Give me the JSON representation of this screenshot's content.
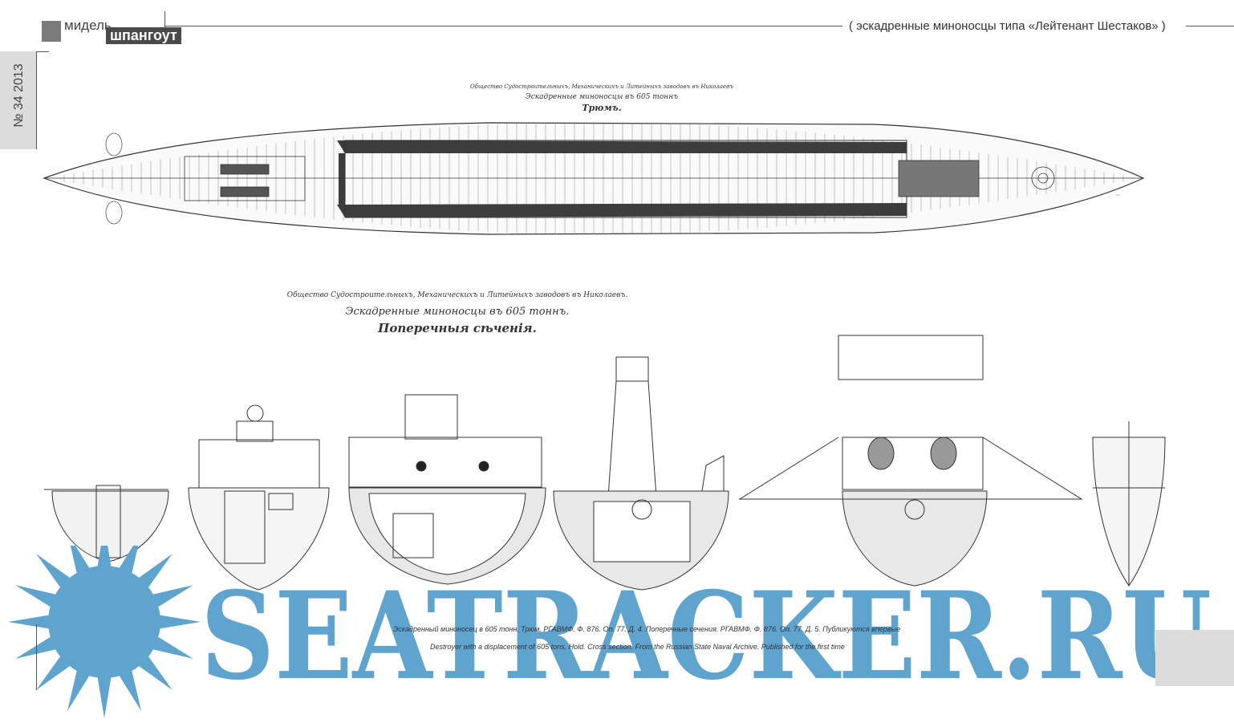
{
  "header": {
    "logo_line1": "мидель",
    "logo_line2": "шпангоут",
    "series_title": "( эскадренные миноносцы типа «Лейтенант Шестаков» )"
  },
  "sidebar": {
    "issue": "№ 34   2013"
  },
  "drawing_plan": {
    "caption_line1": "Общество Судостроительныхъ, Механическихъ и Литейныхъ заводовъ въ Николаевъ",
    "caption_line2": "Эскадренные миноносцы въ 605 тоннъ",
    "caption_line3": "Трюмъ."
  },
  "drawing_sections": {
    "caption_line1": "Общество Судостроительныхъ, Механическихъ и Литейныхъ заводовъ въ Николаевъ.",
    "caption_line2": "Эскадренные миноносцы въ 605 тоннъ.",
    "caption_line3": "Поперечныя сѣченія."
  },
  "caption": {
    "ru": "Эскадренный миноносец в 605 тонн. Трюм. РГАВМФ. Ф. 876. Оп. 77. Д. 4. Поперечные сечения. РГАВМФ. Ф. 876. Оп. 77. Д. 5. Публикуются впервые",
    "en": "Destroyer with a displacement of 605 tons. Hold. Cross section. From the Russian State Naval Archive. Published for the first time"
  },
  "watermark": {
    "text": "SEATRACKER.RU",
    "color": "#5fa3cf"
  },
  "colors": {
    "line": "#333333",
    "sidebar_gray": "#dcdcdc",
    "logo_dark": "#4a4a4a"
  }
}
